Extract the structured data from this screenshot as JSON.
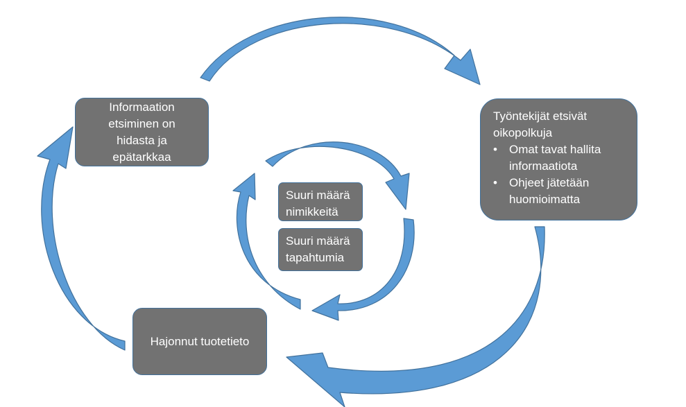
{
  "diagram": {
    "colors": {
      "arrow_fill": "#5b9bd5",
      "arrow_stroke": "#41719c",
      "box_fill": "#727272",
      "text": "#ffffff"
    },
    "boxes": {
      "info_search": {
        "lines": [
          "Informaation",
          "etsiminen on",
          "hidasta ja",
          "epätarkkaa"
        ]
      },
      "workers": {
        "heading_lines": [
          "Työntekijät etsivät",
          "oikopolkuja"
        ],
        "bullet_symbol": "•",
        "bullets": [
          {
            "lines": [
              "Omat tavat hallita",
              "informaatiota"
            ]
          },
          {
            "lines": [
              "Ohjeet jätetään",
              "huomioimatta"
            ]
          }
        ]
      },
      "scattered": {
        "label": "Hajonnut tuotetieto"
      },
      "many_items": {
        "lines": [
          "Suuri määrä",
          "nimikkeitä"
        ]
      },
      "many_events": {
        "lines": [
          "Suuri määrä",
          "tapahtumia"
        ]
      }
    },
    "arrows": [
      {
        "from": "info_search",
        "to": "workers",
        "direction": "clockwise"
      },
      {
        "from": "workers",
        "to": "scattered",
        "direction": "clockwise"
      },
      {
        "from": "scattered",
        "to": "info_search",
        "direction": "clockwise"
      },
      {
        "from": "inner-top",
        "to": "inner-right",
        "direction": "clockwise"
      },
      {
        "from": "inner-right",
        "to": "inner-bottom",
        "direction": "clockwise"
      },
      {
        "from": "inner-left",
        "to": "inner-top",
        "direction": "clockwise"
      }
    ]
  }
}
